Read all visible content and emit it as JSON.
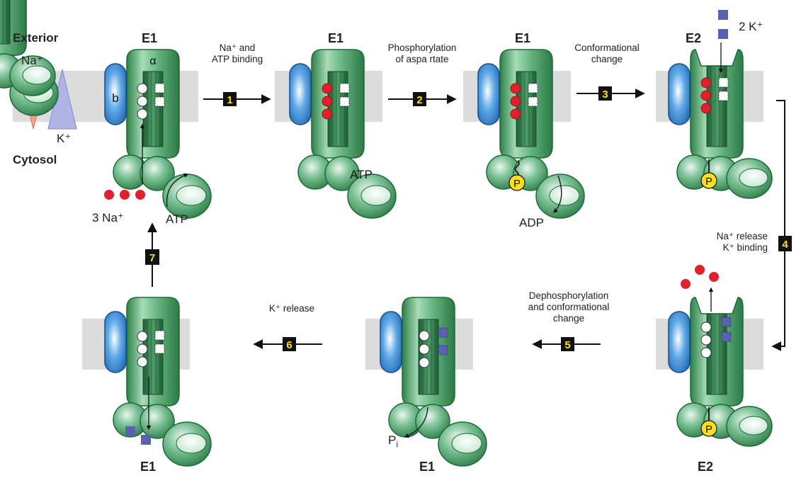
{
  "side_labels": {
    "exterior": "Exterior",
    "cytosol": "Cytosol"
  },
  "gradient": {
    "na": "Na⁺",
    "k": "K⁺",
    "na_color": "#f5a090",
    "k_color": "#b0b4e6"
  },
  "subunit_labels": {
    "beta": "b",
    "alpha": "α"
  },
  "ion_labels": {
    "na_in": "3 Na⁺",
    "k_out": "2 K⁺",
    "atp_bind": "ATP",
    "atp_in_pocket": "ATP",
    "adp": "ADP",
    "pi": "P",
    "pi_sub": "i",
    "phosphate": "P"
  },
  "states": {
    "s1": "E1",
    "s2": "E1",
    "s3": "E1",
    "s4": "E2",
    "s5": "E2",
    "s6": "E1",
    "s7": "E1"
  },
  "steps": [
    {
      "num": "1",
      "line1": "Na⁺  and",
      "line2": "ATP binding"
    },
    {
      "num": "2",
      "line1": "Phosphorylation",
      "line2": "of aspa rtate"
    },
    {
      "num": "3",
      "line1": "Conformational",
      "line2": "change"
    },
    {
      "num": "4",
      "line1": "Na⁺ release",
      "line2": "K⁺ binding"
    },
    {
      "num": "5",
      "line1": "Dephosphorylation",
      "line2": "and conformational",
      "line3": "change"
    },
    {
      "num": "6",
      "line1": "K⁺ release"
    },
    {
      "num": "7"
    }
  ],
  "colors": {
    "membrane": "#dcdcdc",
    "protein": "#3e9a5c",
    "beta": "#2a74c2",
    "sodium": "#e0202c",
    "potassium": "#5a62b0",
    "phosphate": "#ffe018",
    "step_box": "#111111",
    "step_num": "#ffe018"
  }
}
